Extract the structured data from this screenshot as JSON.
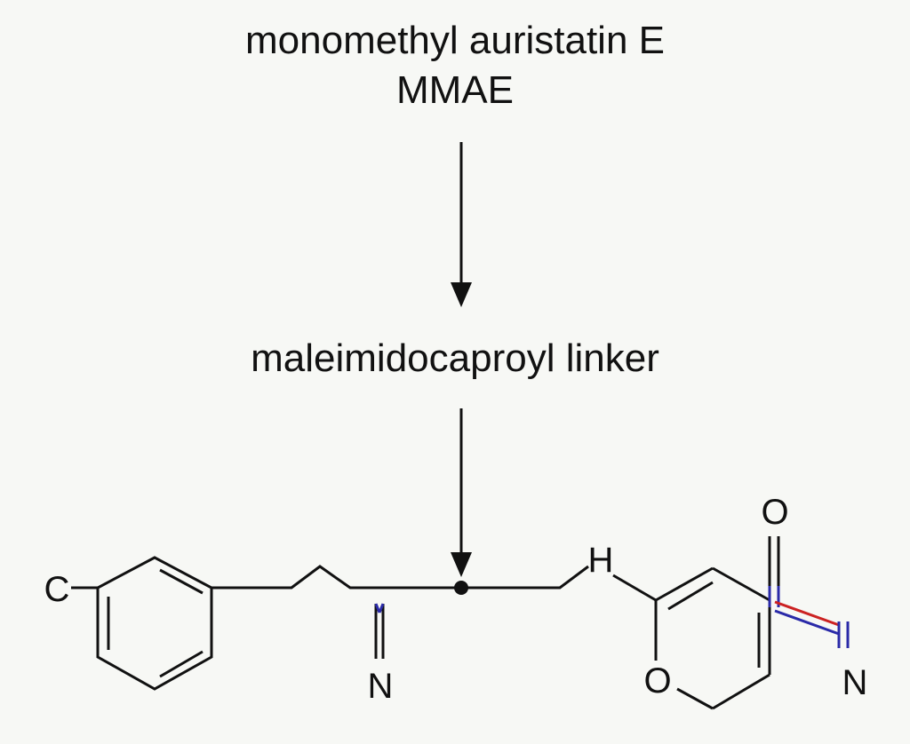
{
  "title": {
    "line1": "monomethyl auristatin E",
    "line2": "MMAE"
  },
  "linker_label": "maleimidocaproyl linker",
  "atoms": {
    "c_left": "C",
    "n_bottom": "N",
    "h_top": "H",
    "o_ring": "O",
    "o_top": "O",
    "n_right": "N"
  },
  "colors": {
    "stroke": "#111111",
    "nitrogen_bond": "#2a2aa8",
    "oxygen_bond": "#cc2222",
    "background": "#f7f8f5"
  }
}
